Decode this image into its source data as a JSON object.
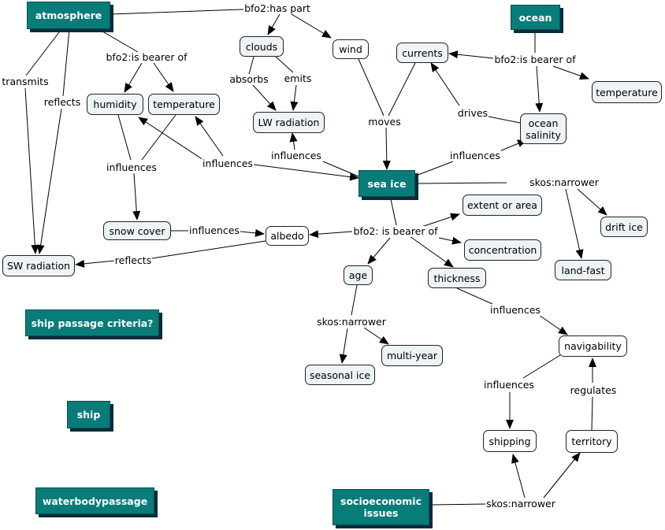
{
  "concepts": {
    "atmosphere": "atmosphere",
    "ocean": "ocean",
    "clouds": "clouds",
    "wind": "wind",
    "currents": "currents",
    "humidity": "humidity",
    "temperature_atm": "temperature",
    "temperature_ocean": "temperature",
    "lw_radiation": "LW radiation",
    "ocean_salinity_1": "ocean",
    "ocean_salinity_2": "salinity",
    "sea_ice": "sea ice",
    "extent_or_area": "extent or area",
    "drift_ice": "drift ice",
    "snow_cover": "snow cover",
    "albedo": "albedo",
    "sw_radiation": "SW radiation",
    "concentration": "concentration",
    "land_fast": "land-fast",
    "age": "age",
    "thickness": "thickness",
    "ship_passage": "ship passage criteria?",
    "multi_year": "multi-year",
    "seasonal_ice": "seasonal ice",
    "navigability": "navigability",
    "ship": "ship",
    "shipping": "shipping",
    "territory": "territory",
    "waterbodypassage": "waterbodypassage",
    "socio_1": "socioeconomic",
    "socio_2": "issues"
  },
  "linking_phrases": {
    "has_part": "bfo2:has part",
    "bearer_atm": "bfo2:is bearer of",
    "bearer_ocean": "bfo2:is bearer of",
    "transmits": "transmits",
    "reflects_atm": "reflects",
    "absorbs": "absorbs",
    "emits": "emits",
    "moves": "moves",
    "drives": "drives",
    "influences_hum": "influences",
    "influences_temp": "influences",
    "influences_lw": "influences",
    "influences_ocean": "influences",
    "narrower_seaice": "skos:narrower",
    "bearer_seaice": "bfo2: is bearer of",
    "influences_snow": "influences",
    "reflects_albedo": "reflects",
    "narrower_age": "skos:narrower",
    "influences_thick": "influences",
    "influences_nav": "influences",
    "regulates": "regulates",
    "narrower_socio": "skos:narrower"
  }
}
